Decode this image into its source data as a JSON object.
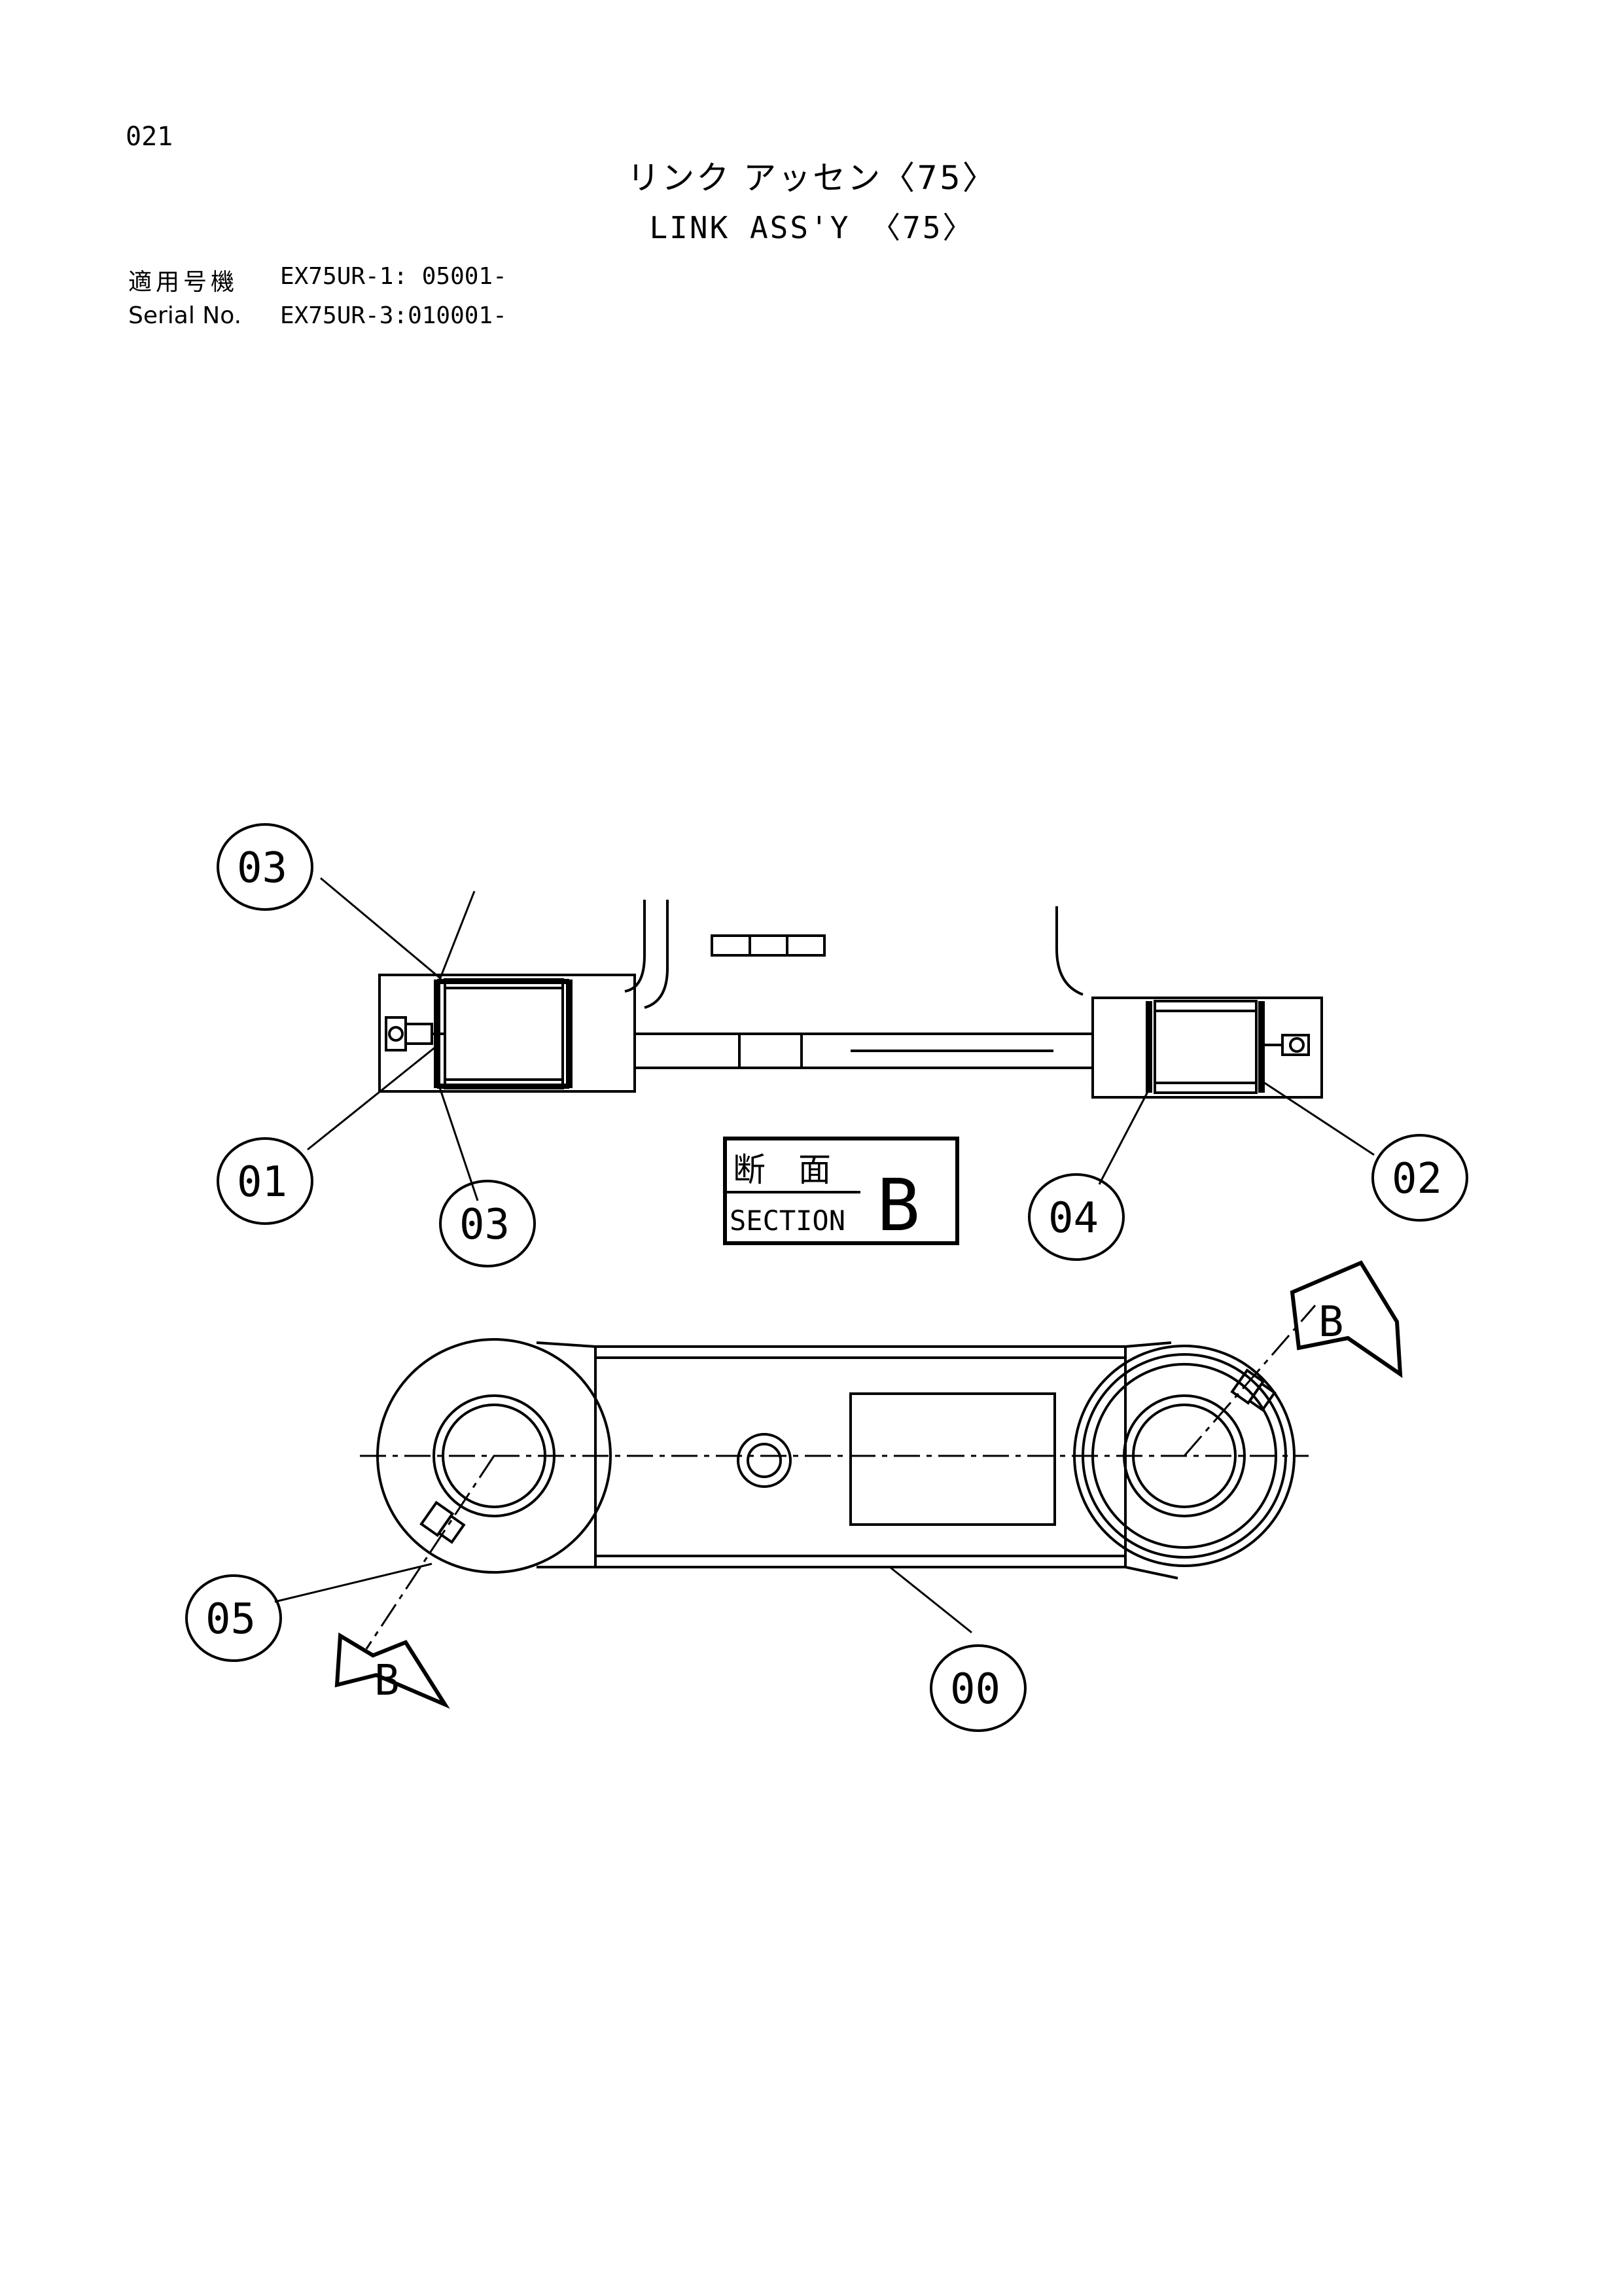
{
  "page": {
    "number": "021"
  },
  "title": {
    "jp": "リンク アッセン〈75〉",
    "en": "LINK ASS'Y 〈75〉"
  },
  "serial": {
    "label_jp": "適用号機",
    "label_en": "Serial No.",
    "values": [
      "EX75UR-1: 05001-",
      "EX75UR-3:010001-"
    ]
  },
  "section_box": {
    "jp": "断　面",
    "en": "SECTION",
    "letter": "B"
  },
  "callouts": {
    "c03_top": "03",
    "c01": "01",
    "c03_bottom": "03",
    "c04": "04",
    "c02": "02",
    "c05": "05",
    "c00": "00"
  },
  "section_arrows": {
    "top_right": "B",
    "bottom_left": "B"
  }
}
